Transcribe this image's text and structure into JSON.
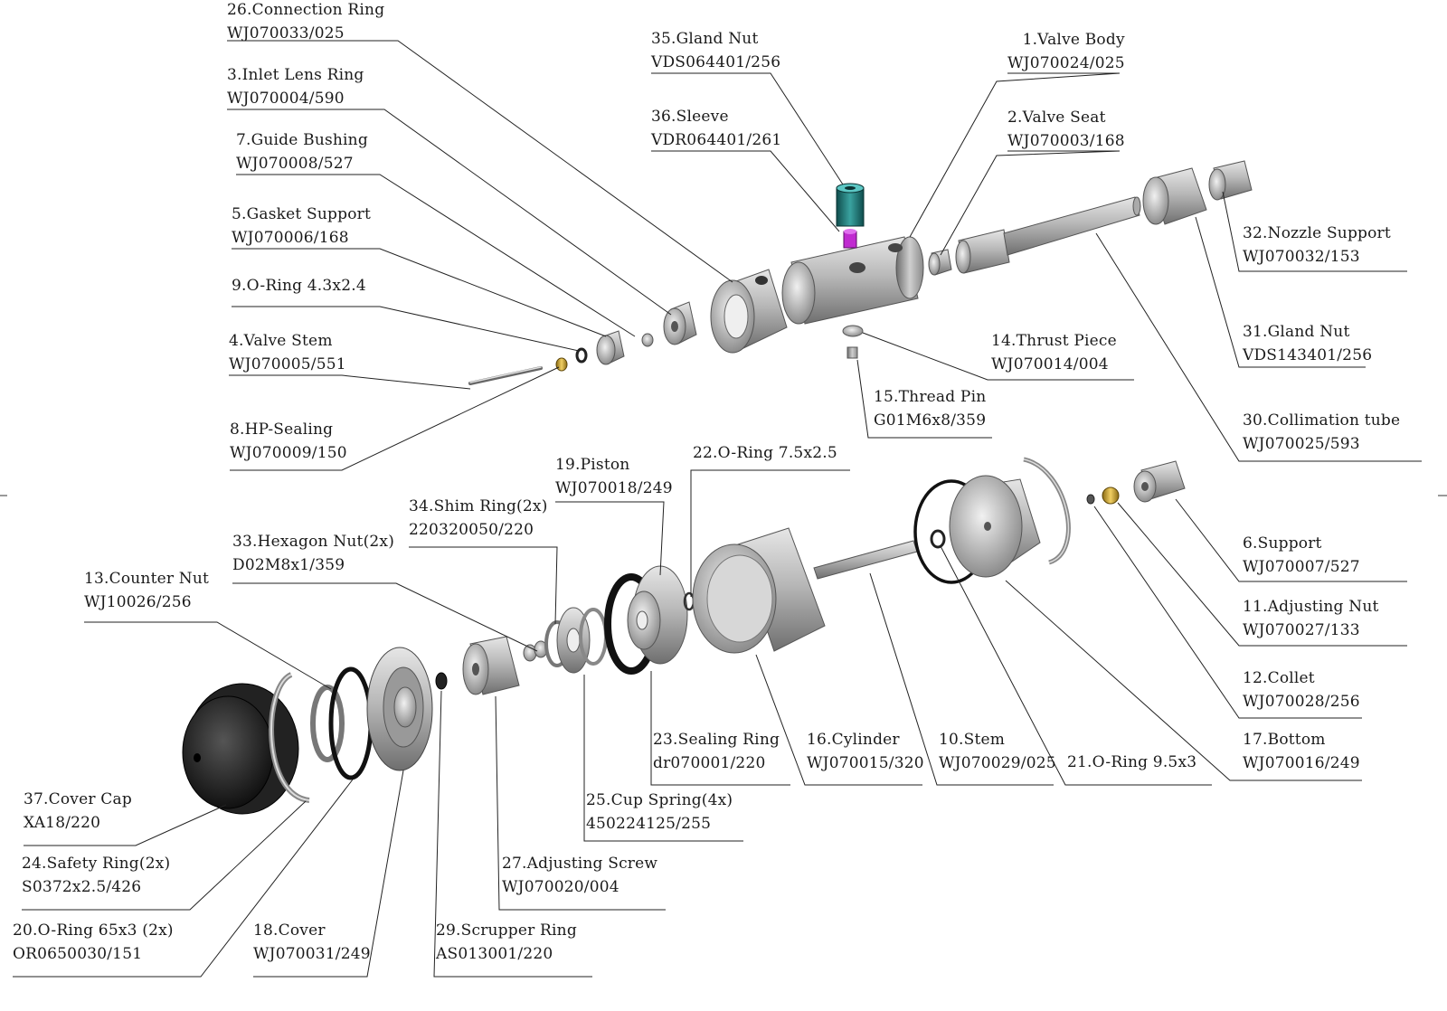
{
  "parts": [
    {
      "id": "p26",
      "name": "26.Connection Ring",
      "code": "WJ070033/025"
    },
    {
      "id": "p3",
      "name": "3.Inlet Lens Ring",
      "code": "WJ070004/590"
    },
    {
      "id": "p7",
      "name": "7.Guide Bushing",
      "code": "WJ070008/527"
    },
    {
      "id": "p5",
      "name": "5.Gasket Support",
      "code": "WJ070006/168"
    },
    {
      "id": "p9",
      "name": "9.O-Ring 4.3x2.4",
      "code": ""
    },
    {
      "id": "p4",
      "name": "4.Valve Stem",
      "code": "WJ070005/551"
    },
    {
      "id": "p8",
      "name": "8.HP-Sealing",
      "code": "WJ070009/150"
    },
    {
      "id": "p35",
      "name": "35.Gland Nut",
      "code": "VDS064401/256"
    },
    {
      "id": "p36",
      "name": "36.Sleeve",
      "code": "VDR064401/261"
    },
    {
      "id": "p1",
      "name": "1.Valve Body",
      "code": "WJ070024/025"
    },
    {
      "id": "p2",
      "name": "2.Valve Seat",
      "code": "WJ070003/168"
    },
    {
      "id": "p32",
      "name": "32.Nozzle Support",
      "code": "WJ070032/153"
    },
    {
      "id": "p31",
      "name": "31.Gland Nut",
      "code": "VDS143401/256"
    },
    {
      "id": "p14",
      "name": "14.Thrust Piece",
      "code": "WJ070014/004"
    },
    {
      "id": "p15",
      "name": "15.Thread Pin",
      "code": "G01M6x8/359"
    },
    {
      "id": "p30",
      "name": "30.Collimation tube",
      "code": "WJ070025/593"
    },
    {
      "id": "p19",
      "name": "19.Piston",
      "code": "WJ070018/249"
    },
    {
      "id": "p22",
      "name": "22.O-Ring 7.5x2.5",
      "code": ""
    },
    {
      "id": "p34",
      "name": "34.Shim Ring(2x)",
      "code": "220320050/220"
    },
    {
      "id": "p33",
      "name": "33.Hexagon Nut(2x)",
      "code": "D02M8x1/359"
    },
    {
      "id": "p13",
      "name": "13.Counter Nut",
      "code": "WJ10026/256"
    },
    {
      "id": "p6",
      "name": "6.Support",
      "code": "WJ070007/527"
    },
    {
      "id": "p11",
      "name": "11.Adjusting Nut",
      "code": "WJ070027/133"
    },
    {
      "id": "p12",
      "name": "12.Collet",
      "code": "WJ070028/256"
    },
    {
      "id": "p17",
      "name": "17.Bottom",
      "code": "WJ070016/249"
    },
    {
      "id": "p23",
      "name": "23.Sealing Ring",
      "code": "dr070001/220"
    },
    {
      "id": "p16",
      "name": "16.Cylinder",
      "code": "WJ070015/320"
    },
    {
      "id": "p10",
      "name": "10.Stem",
      "code": "WJ070029/025"
    },
    {
      "id": "p21",
      "name": "21.O-Ring 9.5x3",
      "code": ""
    },
    {
      "id": "p37",
      "name": "37.Cover Cap",
      "code": "XA18/220"
    },
    {
      "id": "p25",
      "name": "25.Cup Spring(4x)",
      "code": "450224125/255"
    },
    {
      "id": "p24",
      "name": "24.Safety Ring(2x)",
      "code": "S0372x2.5/426"
    },
    {
      "id": "p27",
      "name": "27.Adjusting Screw",
      "code": "WJ070020/004"
    },
    {
      "id": "p20",
      "name": "20.O-Ring 65x3 (2x)",
      "code": "OR0650030/151"
    },
    {
      "id": "p18",
      "name": "18.Cover",
      "code": "WJ070031/249"
    },
    {
      "id": "p29",
      "name": "29.Scrupper Ring",
      "code": "AS013001/220"
    }
  ]
}
